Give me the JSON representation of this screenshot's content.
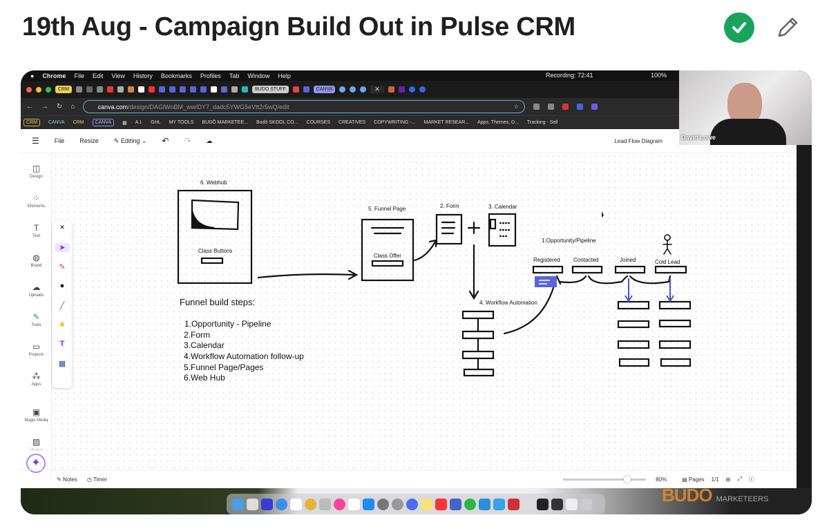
{
  "page": {
    "title": "19th Aug - Campaign Build Out in Pulse CRM",
    "complete_icon": "check-circle-icon",
    "edit_icon": "pencil-icon",
    "accent": "#1aa35c"
  },
  "mac_menu": {
    "items": [
      "Chrome",
      "File",
      "Edit",
      "View",
      "History",
      "Bookmarks",
      "Profiles",
      "Tab",
      "Window",
      "Help"
    ],
    "recording": "Recording: 72:41",
    "battery": "100%"
  },
  "tabs": {
    "items": [
      "CRM",
      "BUDO STUFF",
      "CANVA"
    ]
  },
  "address": {
    "domain": "canva.com",
    "path": "/design/DAGlWnBM_ww/DY7_dadc5YWG5eVtt2r5wQ/edit"
  },
  "bookmarks": [
    "CRM",
    "CANVA",
    "CRM",
    "CANVA",
    "A.I.",
    "GHL",
    "MY TOOLS",
    "BUDŌ MARKETEE...",
    "Budō SKOOL CO...",
    "COURSES",
    "CREATIVES",
    "COPYWRITING -...",
    "MARKET RESEAR...",
    "Apps, Themes, D...",
    "Tracking - Sell"
  ],
  "canva_header": {
    "file": "File",
    "resize": "Resize",
    "editing": "Editing",
    "doc_title": "Lead Flow Diagram"
  },
  "sidebar": [
    "Design",
    "Elements",
    "Text",
    "Brand",
    "Uploads",
    "Tools",
    "Projects",
    "Apps",
    "Magic Media",
    "Photos"
  ],
  "diagram": {
    "webhub": "6. Webhub",
    "class_buttons": "Class Buttons",
    "funnel_page": "5. Funnel Page",
    "class_offer": "Class Offer",
    "form": "2. Form",
    "calendar": "3. Calendar",
    "pipeline": "1.Opportunity/Pipeline",
    "stages": [
      "Registered",
      "Contacted",
      "Joined",
      "Cold Lead"
    ],
    "workflow": "4. Workflow Automation",
    "steps_title": "Funnel build steps:",
    "steps": [
      "1.Opportunity - Pipeline",
      "2.Form",
      "3.Calendar",
      "4.Workflow Automation follow-up",
      "5.Funnel Page/Pages",
      "6.Web Hub"
    ]
  },
  "bottom_bar": {
    "notes": "Notes",
    "timer": "Timer",
    "zoom": "80%",
    "zoom_level": 0.8,
    "pages": "Pages",
    "page_count": "1/1"
  },
  "webcam": {
    "name": "David Lowe"
  },
  "watermark": {
    "brand": "BUDO",
    "sub": "MARKETEERS"
  }
}
